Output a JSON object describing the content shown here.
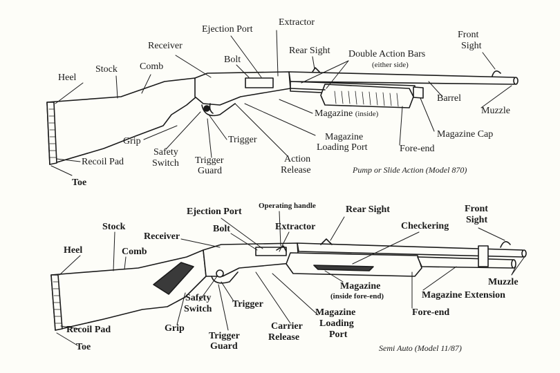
{
  "panels": [
    {
      "caption": "Pump or Slide Action (Model 870)",
      "labels": {
        "heel": "Heel",
        "stock": "Stock",
        "comb": "Comb",
        "receiver": "Receiver",
        "ejection_port": "Ejection Port",
        "extractor": "Extractor",
        "bolt": "Bolt",
        "rear_sight": "Rear Sight",
        "double_action_bars": "Double Action Bars",
        "either_side": "(either side)",
        "front_sight_1": "Front",
        "front_sight_2": "Sight",
        "barrel": "Barrel",
        "muzzle": "Muzzle",
        "magazine": "Magazine",
        "magazine_inside": "(inside)",
        "magazine_cap": "Magazine Cap",
        "magazine_loading_port_1": "Magazine",
        "magazine_loading_port_2": "Loading Port",
        "fore_end": "Fore-end",
        "grip": "Grip",
        "safety_switch_1": "Safety",
        "safety_switch_2": "Switch",
        "trigger": "Trigger",
        "trigger_guard_1": "Trigger",
        "trigger_guard_2": "Guard",
        "action_release_1": "Action",
        "action_release_2": "Release",
        "recoil_pad": "Recoil Pad",
        "toe": "Toe"
      }
    },
    {
      "caption": "Semi Auto (Model 11/87)",
      "labels": {
        "stock": "Stock",
        "heel": "Heel",
        "comb": "Comb",
        "receiver": "Receiver",
        "ejection_port": "Ejection Port",
        "bolt": "Bolt",
        "operating_handle": "Operating handle",
        "extractor": "Extractor",
        "rear_sight": "Rear Sight",
        "checkering": "Checkering",
        "front_sight_1": "Front",
        "front_sight_2": "Sight",
        "muzzle": "Muzzle",
        "magazine_extension": "Magazine Extension",
        "magazine": "Magazine",
        "magazine_inside": "(inside fore-end)",
        "fore_end": "Fore-end",
        "magazine_loading_port_1": "Magazine",
        "magazine_loading_port_2": "Loading",
        "magazine_loading_port_3": "Port",
        "carrier_release_1": "Carrier",
        "carrier_release_2": "Release",
        "trigger": "Trigger",
        "safety_switch_1": "Safety",
        "safety_switch_2": "Switch",
        "trigger_guard_1": "Trigger",
        "trigger_guard_2": "Guard",
        "grip": "Grip",
        "recoil_pad": "Recoil Pad",
        "toe": "Toe"
      }
    }
  ]
}
